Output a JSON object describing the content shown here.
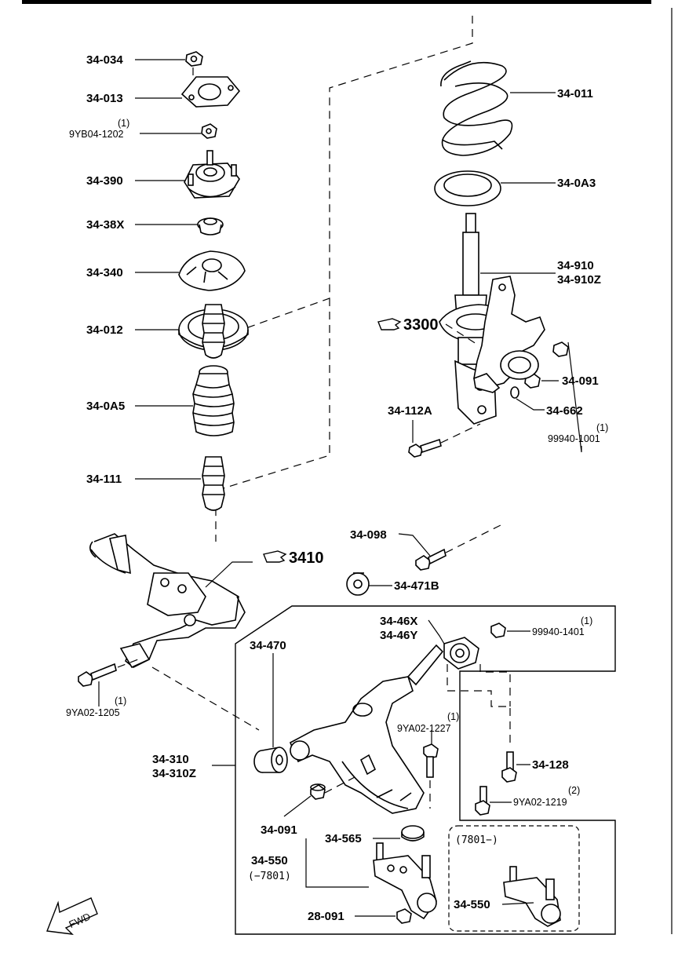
{
  "labels": {
    "p34_034": "34-034",
    "p34_013": "34-013",
    "p9yb04_qty": "(1)",
    "p9yb04": "9YB04-1202",
    "p34_390": "34-390",
    "p34_38x": "34-38X",
    "p34_340": "34-340",
    "p34_012": "34-012",
    "p34_0a5": "34-0A5",
    "p34_111": "34-111",
    "p34_011": "34-011",
    "p34_0a3": "34-0A3",
    "p34_910": "34-910",
    "p34_910z": "34-910Z",
    "p34_091_top": "34-091",
    "p34_662": "34-662",
    "p34_112a": "34-112A",
    "p99940_1001_qty": "(1)",
    "p99940_1001": "99940-1001",
    "ref3300": "3300",
    "p34_098": "34-098",
    "ref3410": "3410",
    "p34_471b": "34-471B",
    "p34_46x": "34-46X",
    "p34_46y": "34-46Y",
    "p99940_1401_qty": "(1)",
    "p99940_1401": "99940-1401",
    "p9ya02_1205_qty": "(1)",
    "p9ya02_1205": "9YA02-1205",
    "p34_470": "34-470",
    "p9ya02_1227_qty": "(1)",
    "p9ya02_1227": "9YA02-1227",
    "p34_310": "34-310",
    "p34_310z": "34-310Z",
    "p34_128": "34-128",
    "p9ya02_1219_qty": "(2)",
    "p9ya02_1219": "9YA02-1219",
    "p34_091_bottom": "34-091",
    "p34_565": "34-565",
    "p34_550": "34-550",
    "p34_550_range": "(−7801)",
    "range_7801": "(7801−)",
    "p34_550_alt": "34-550",
    "p28_091": "28-091",
    "fwd": "FWD"
  },
  "icons": [
    "pointing-hand-icon",
    "fwd-arrow-icon"
  ]
}
